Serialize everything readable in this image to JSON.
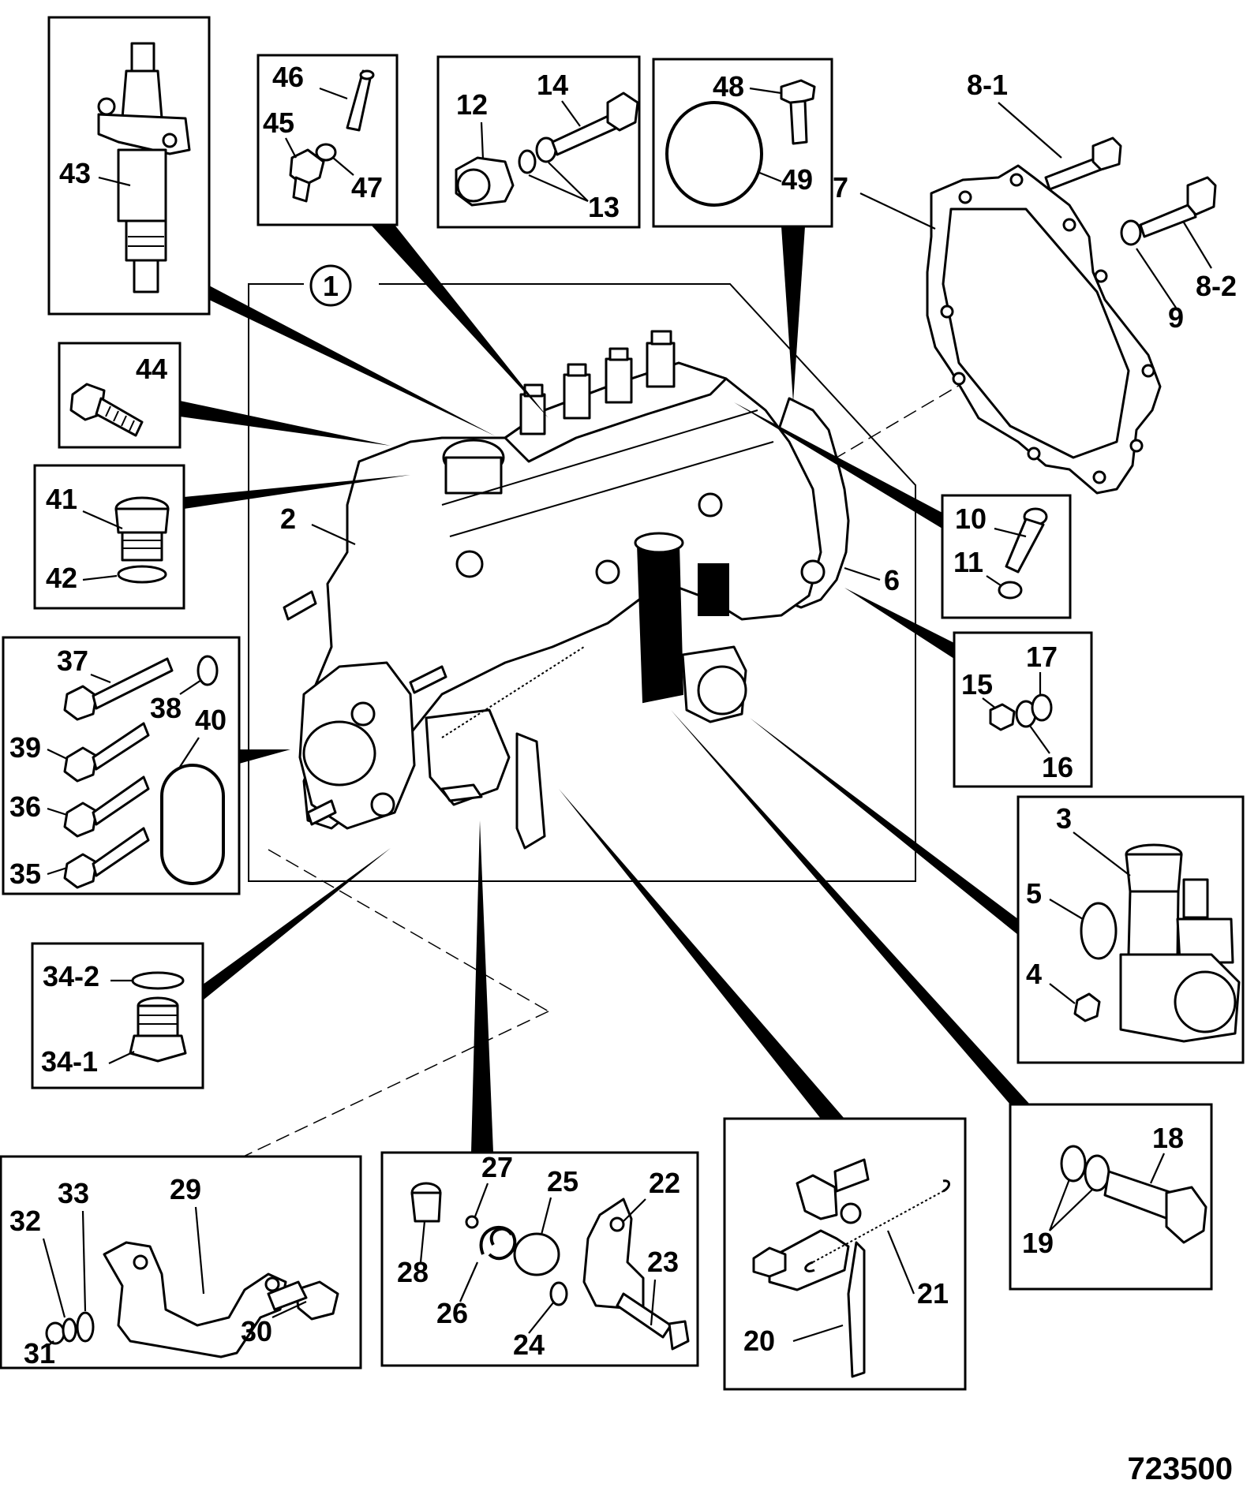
{
  "figure": {
    "reference_number": "723500",
    "assembly_callout": "1"
  },
  "callouts": {
    "c2": "2",
    "c3": "3",
    "c4": "4",
    "c5": "5",
    "c6": "6",
    "c7": "7",
    "c8_1": "8-1",
    "c8_2": "8-2",
    "c9": "9",
    "c10": "10",
    "c11": "11",
    "c12": "12",
    "c13": "13",
    "c14": "14",
    "c15": "15",
    "c16": "16",
    "c17": "17",
    "c18": "18",
    "c19": "19",
    "c20": "20",
    "c21": "21",
    "c22": "22",
    "c23": "23",
    "c24": "24",
    "c25": "25",
    "c26": "26",
    "c27": "27",
    "c28": "28",
    "c29": "29",
    "c30": "30",
    "c31": "31",
    "c32": "32",
    "c33": "33",
    "c34_1": "34-1",
    "c34_2": "34-2",
    "c35": "35",
    "c36": "36",
    "c37": "37",
    "c38": "38",
    "c39": "39",
    "c40": "40",
    "c41": "41",
    "c42": "42",
    "c43": "43",
    "c44": "44",
    "c45": "45",
    "c46": "46",
    "c47": "47",
    "c48": "48",
    "c49": "49"
  },
  "colors": {
    "line": "#000000",
    "background": "#ffffff"
  }
}
